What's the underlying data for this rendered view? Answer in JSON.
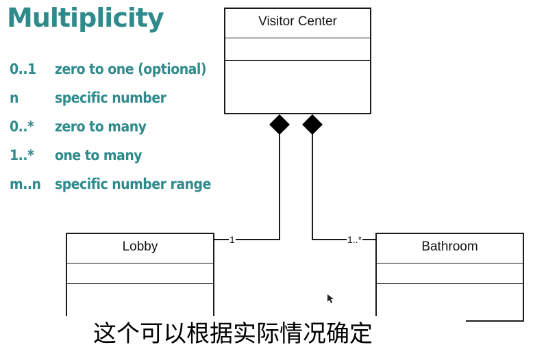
{
  "title": "Multiplicity",
  "legend": [
    {
      "code": "0..1",
      "meaning": "zero to one (optional)"
    },
    {
      "code": "n",
      "meaning": "specific number"
    },
    {
      "code": "0..*",
      "meaning": "zero to many"
    },
    {
      "code": "1..*",
      "meaning": "one to many"
    },
    {
      "code": "m..n",
      "meaning": "specific number range"
    }
  ],
  "diagram": {
    "classes": {
      "visitor_center": {
        "name": "Visitor Center"
      },
      "lobby": {
        "name": "Lobby"
      },
      "bathroom": {
        "name": "Bathroom"
      }
    },
    "associations": [
      {
        "from": "Visitor Center",
        "to": "Lobby",
        "kind": "composition",
        "multiplicity": "1"
      },
      {
        "from": "Visitor Center",
        "to": "Bathroom",
        "kind": "composition",
        "multiplicity": "1..*"
      }
    ]
  },
  "subtitle": "这个可以根据实际情况确定",
  "colors": {
    "teal": "#2f8a8c",
    "line": "#1a1a1a"
  },
  "icons": {
    "cursor": "mouse-pointer-icon"
  }
}
